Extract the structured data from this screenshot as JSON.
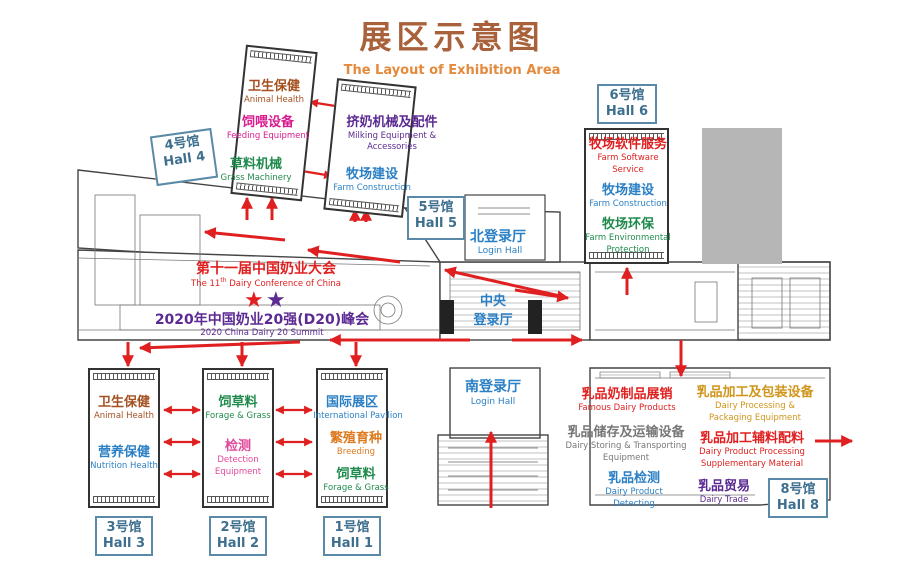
{
  "title": {
    "zh": "展区示意图",
    "en": "The Layout of Exhibition Area"
  },
  "colors": {
    "title_zh": "#a8613a",
    "title_en": "#e58a3c",
    "red": "#e02020",
    "magenta": "#d81b8f",
    "purple": "#5b2a92",
    "green": "#1f8a4c",
    "blue": "#2b80c5",
    "brown": "#a55020",
    "pink": "#e0489a",
    "orange": "#dd7a20",
    "gray_text": "#666666",
    "hall_label": "#3e6f8e"
  },
  "halls": {
    "hall1": {
      "zh": "1号馆",
      "en": "Hall 1"
    },
    "hall2": {
      "zh": "2号馆",
      "en": "Hall 2"
    },
    "hall3": {
      "zh": "3号馆",
      "en": "Hall 3"
    },
    "hall4": {
      "zh": "4号馆",
      "en": "Hall 4"
    },
    "hall5": {
      "zh": "5号馆",
      "en": "Hall 5"
    },
    "hall6": {
      "zh": "6号馆",
      "en": "Hall 6"
    },
    "hall8": {
      "zh": "8号馆",
      "en": "Hall 8"
    }
  },
  "zones": {
    "h4_health": {
      "zh": "卫生保健",
      "en": "Animal Health"
    },
    "h4_feeding": {
      "zh": "饲喂设备",
      "en": "Feeding Equipment"
    },
    "h4_grass": {
      "zh": "草料机械",
      "en": "Grass Machinery"
    },
    "h5_milking": {
      "zh": "挤奶机械及配件",
      "en1": "Milking Equipment &",
      "en2": "Accessories"
    },
    "h5_farm": {
      "zh": "牧场建设",
      "en": "Farm Construction"
    },
    "h6_software": {
      "zh": "牧场软件服务",
      "en1": "Farm Software",
      "en2": "Service"
    },
    "h6_farm": {
      "zh": "牧场建设",
      "en": "Farm Construction"
    },
    "h6_env": {
      "zh": "牧场环保",
      "en1": "Farm Environmental",
      "en2": "Protection"
    },
    "h3_health": {
      "zh": "卫生保健",
      "en": "Animal Health"
    },
    "h3_nutrition": {
      "zh": "营养保健",
      "en": "Nutrition Health"
    },
    "h2_forage": {
      "zh": "饲草料",
      "en": "Forage & Grass"
    },
    "h2_detect": {
      "zh": "检测",
      "en1": "Detection",
      "en2": "Equipment"
    },
    "h1_intl": {
      "zh": "国际展区",
      "en": "International Pavilion"
    },
    "h1_breed": {
      "zh": "繁殖育种",
      "en": "Breeding"
    },
    "h1_forage": {
      "zh": "饲草料",
      "en": "Forage & Grass"
    },
    "h8_brand": {
      "zh": "乳品奶制品展销",
      "en": "Famous Dairy Products"
    },
    "h8_storage": {
      "zh": "乳品储存及运输设备",
      "en1": "Dairy Storing & Transporting",
      "en2": "Equipment"
    },
    "h8_testing": {
      "zh": "乳品检测",
      "en1": "Dairy Product",
      "en2": "Detecting"
    },
    "h8_processing": {
      "zh": "乳品加工及包装设备",
      "en1": "Dairy Processing &",
      "en2": "Packaging Equipment"
    },
    "h8_aux": {
      "zh": "乳品加工辅料配料",
      "en1": "Dairy Product Processing",
      "en2": "Supplementary Material"
    },
    "h8_trade": {
      "zh": "乳品贸易",
      "en": "Dairy Trade"
    }
  },
  "events": {
    "conference": {
      "zh": "第十一届中国奶业大会",
      "en": "The 11th Dairy Conference of China",
      "sup": "th"
    },
    "summit": {
      "zh": "2020年中国奶业20强(D20)峰会",
      "en": "2020 China Dairy 20 Summit"
    }
  },
  "entrances": {
    "north": {
      "zh": "北登录厅",
      "en": "Login Hall"
    },
    "south": {
      "zh": "南登录厅",
      "en": "Login Hall"
    },
    "central": {
      "zh1": "中央",
      "zh2": "登录厅"
    }
  }
}
